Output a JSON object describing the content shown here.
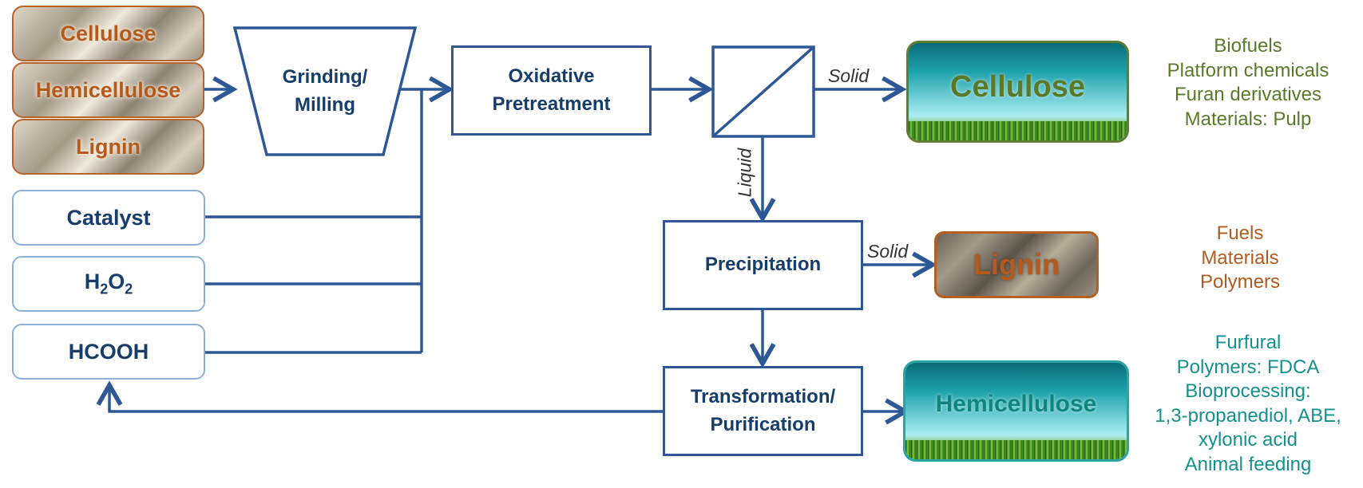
{
  "feedstock": [
    {
      "label": "Cellulose"
    },
    {
      "label": "Hemicellulose"
    },
    {
      "label": "Lignin"
    }
  ],
  "inputs": {
    "catalyst": "Catalyst",
    "h2o2": {
      "main": "H",
      "sub1": "2",
      "mid": "O",
      "sub2": "2"
    },
    "hcooh": "HCOOH"
  },
  "process": {
    "grinding": [
      "Grinding/",
      "Milling"
    ],
    "oxidative": [
      "Oxidative",
      "Pretreatment"
    ],
    "precipitation": "Precipitation",
    "transformation": [
      "Transformation/",
      "Purification"
    ]
  },
  "flow_labels": {
    "solid_top": "Solid",
    "liquid": "Liquid",
    "solid_mid": "Solid"
  },
  "products": {
    "cellulose": "Cellulose",
    "lignin": "Lignin",
    "hemicellulose": "Hemicellulose"
  },
  "uses": {
    "cellulose": [
      "Biofuels",
      "Platform chemicals",
      "Furan derivatives",
      "Materials: Pulp"
    ],
    "lignin": [
      "Fuels",
      "Materials",
      "Polymers"
    ],
    "hemicellulose": [
      "Furfural",
      "Polymers: FDCA",
      "Bioprocessing:",
      "1,3-propanediol, ABE,",
      "xylonic acid",
      "Animal feeding"
    ]
  },
  "colors": {
    "arrow": "#2e5796",
    "box_text": "#173d6b",
    "cellulose_green": "#5a7a2a",
    "lignin_orange": "#b35a1f",
    "hemicellulose_teal": "#14918e"
  }
}
